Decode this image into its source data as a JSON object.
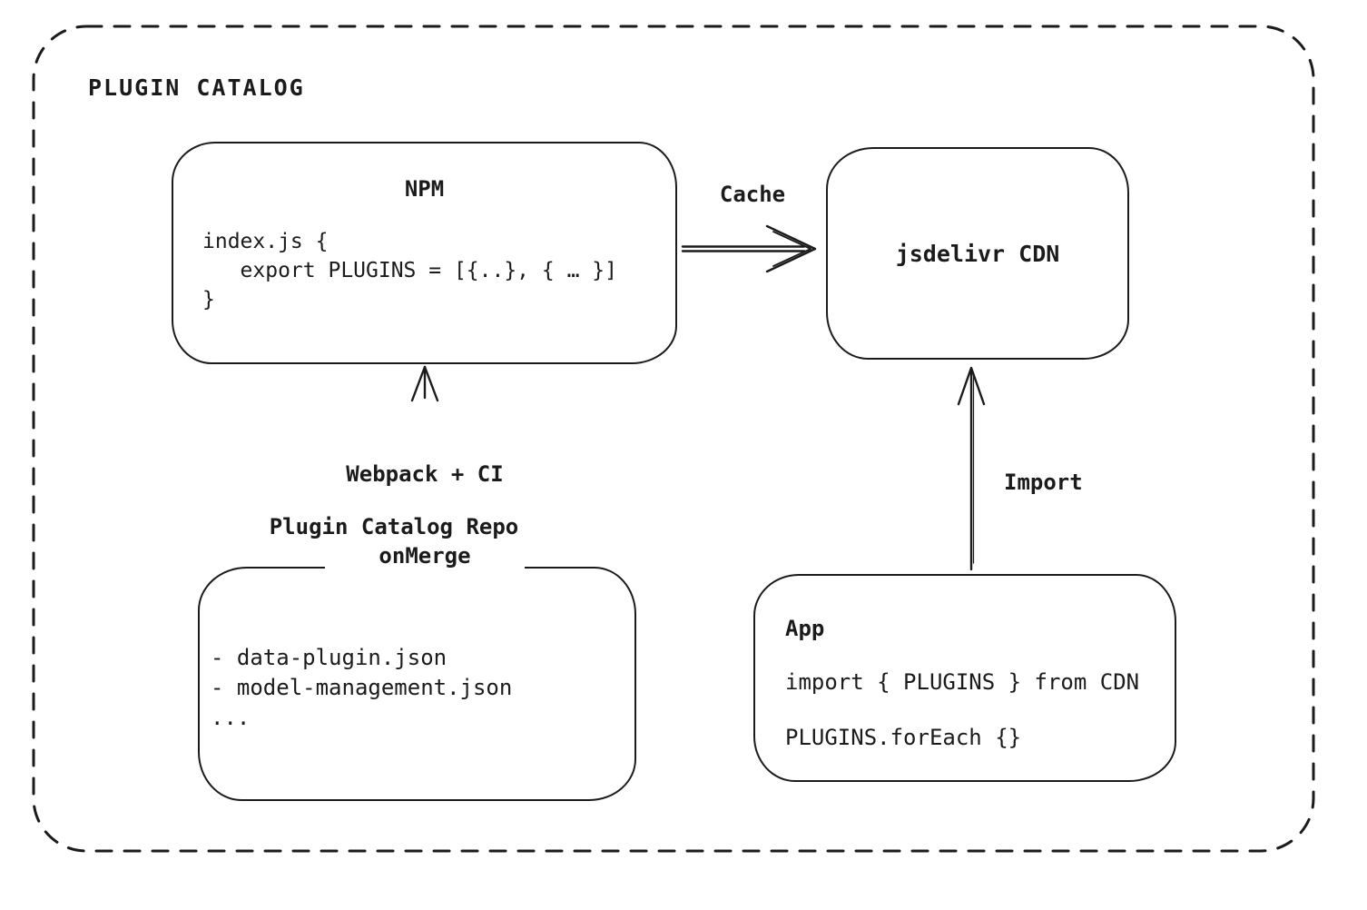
{
  "colors": {
    "stroke": "#1b1b1b",
    "background": "#ffffff"
  },
  "frame": {
    "title": "PLUGIN CATALOG"
  },
  "nodes": {
    "npm": {
      "title": "NPM",
      "code": [
        "index.js {",
        "   export PLUGINS = [{..}, { … }]",
        "}"
      ]
    },
    "cdn": {
      "title": "jsdelivr CDN"
    },
    "repo": {
      "title": "Plugin Catalog Repo",
      "files": [
        "- data-plugin.json",
        "- model-management.json",
        "..."
      ]
    },
    "app": {
      "title": "App",
      "code": [
        "import { PLUGINS } from CDN",
        "PLUGINS.forEach {}"
      ]
    }
  },
  "arrows": {
    "cache": {
      "label": "Cache"
    },
    "build": {
      "label_line1": "Webpack + CI",
      "label_line2": "onMerge"
    },
    "import": {
      "label": "Import"
    }
  }
}
